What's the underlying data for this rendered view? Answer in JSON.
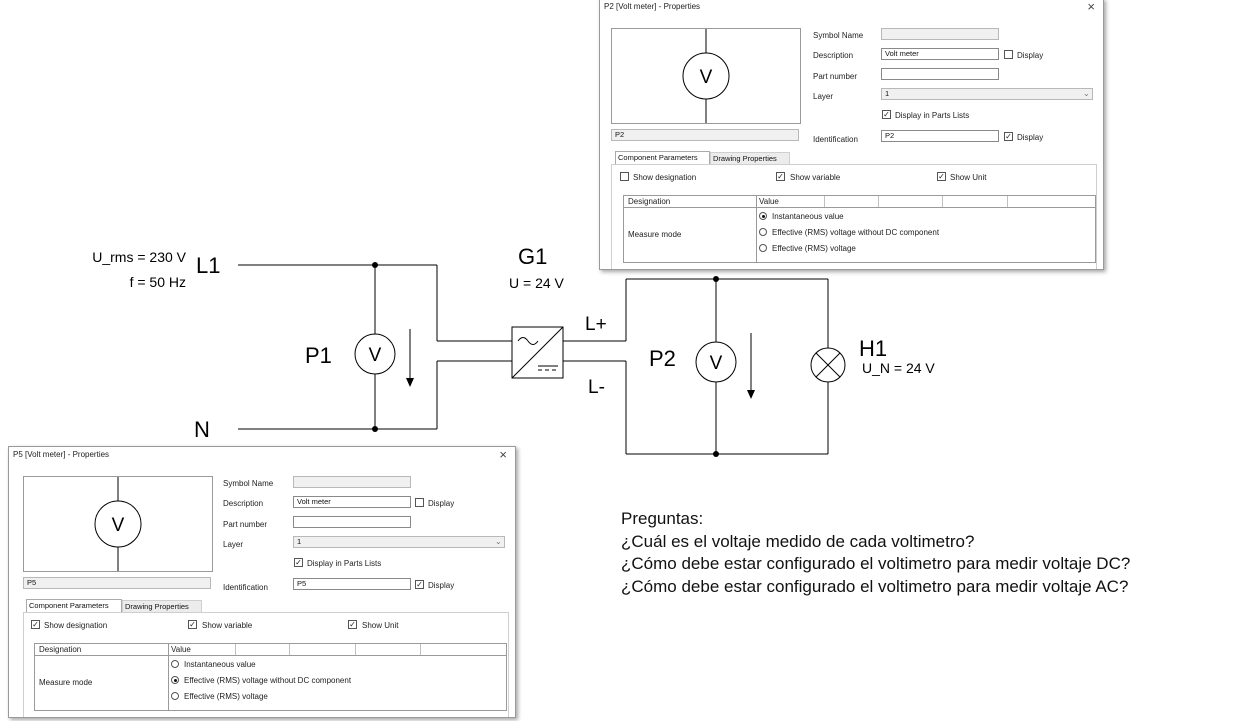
{
  "circuit": {
    "l1": "L1",
    "n": "N",
    "urms": "U_rms = 230 V",
    "freq": "f = 50 Hz",
    "p1": "P1",
    "p2": "P2",
    "meter_symbol": "V",
    "g1": "G1",
    "g1_u": "U = 24 V",
    "lplus": "L+",
    "lminus": "L-",
    "h1": "H1",
    "h1_un": "U_N = 24 V"
  },
  "dialog_p2": {
    "title": "P2  [Volt meter] - Properties",
    "close": "×",
    "preview_symbol": "V",
    "symbol_name_label": "Symbol Name",
    "symbol_name_value": "",
    "description_label": "Description",
    "description_value": "Volt meter",
    "display_label": "Display",
    "part_number_label": "Part number",
    "part_number_value": "",
    "layer_label": "Layer",
    "layer_value": "1",
    "display_parts_label": "Display in Parts Lists",
    "name_field": "P2",
    "identification_label": "Identification",
    "identification_value": "P2",
    "tab_component": "Component Parameters",
    "tab_drawing": "Drawing Properties",
    "show_designation": "Show designation",
    "show_variable": "Show variable",
    "show_unit": "Show Unit",
    "col_designation": "Designation",
    "col_value": "Value",
    "row_name": "Measure mode",
    "options": [
      "Instantaneous value",
      "Effective (RMS) voltage without DC component",
      "Effective (RMS) voltage"
    ],
    "selected_option": 0
  },
  "dialog_p5": {
    "title": "P5  [Volt meter] - Properties",
    "close": "×",
    "preview_symbol": "V",
    "symbol_name_label": "Symbol Name",
    "symbol_name_value": "",
    "description_label": "Description",
    "description_value": "Volt meter",
    "display_label": "Display",
    "part_number_label": "Part number",
    "part_number_value": "",
    "layer_label": "Layer",
    "layer_value": "1",
    "display_parts_label": "Display in Parts Lists",
    "name_field": "P5",
    "identification_label": "Identification",
    "identification_value": "P5",
    "tab_component": "Component Parameters",
    "tab_drawing": "Drawing Properties",
    "show_designation": "Show designation",
    "show_variable": "Show variable",
    "show_unit": "Show Unit",
    "col_designation": "Designation",
    "col_value": "Value",
    "row_name": "Measure mode",
    "options": [
      "Instantaneous value",
      "Effective (RMS) voltage without DC component",
      "Effective (RMS) voltage"
    ],
    "selected_option": 1
  },
  "questions": {
    "heading": "Preguntas:",
    "q1": "¿Cuál es el voltaje medido de cada voltimetro?",
    "q2": "¿Cómo debe estar configurado el voltimetro para medir voltaje DC?",
    "q3": "¿Cómo debe estar configurado el voltimetro para medir voltaje AC?"
  }
}
